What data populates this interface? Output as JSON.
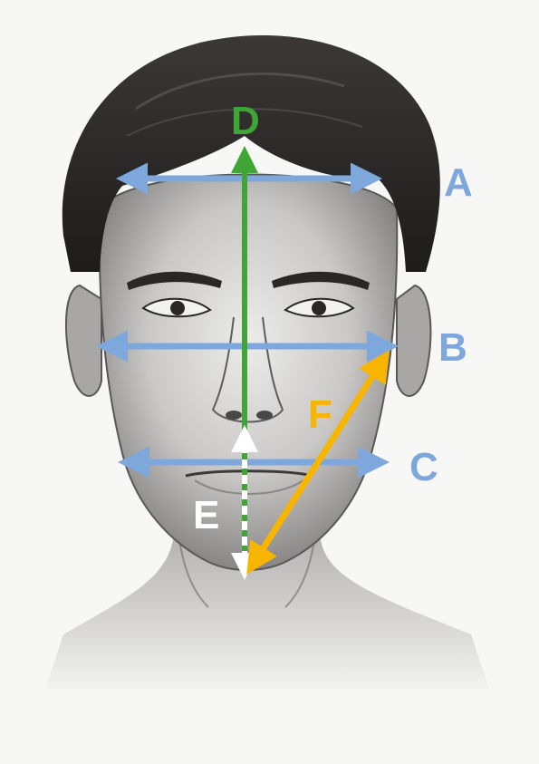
{
  "labels": {
    "a": "A",
    "b": "B",
    "c": "C",
    "d": "D",
    "e": "E",
    "f": "F"
  },
  "colors": {
    "paper": "#f7f7f6",
    "horizontal_measure": "#7ea8dc",
    "vertical_measure": "#3fa535",
    "diagonal_measure": "#f7b500",
    "lower_face_marker": "#ffffff",
    "pencil_dark": "#2a2726",
    "skin_light": "#e9e8e6",
    "skin_mid": "#b9b8b6",
    "skin_shadow": "#6d6b69"
  },
  "illustration": {
    "subject": "graphite-sketch-male-face-front-view"
  }
}
